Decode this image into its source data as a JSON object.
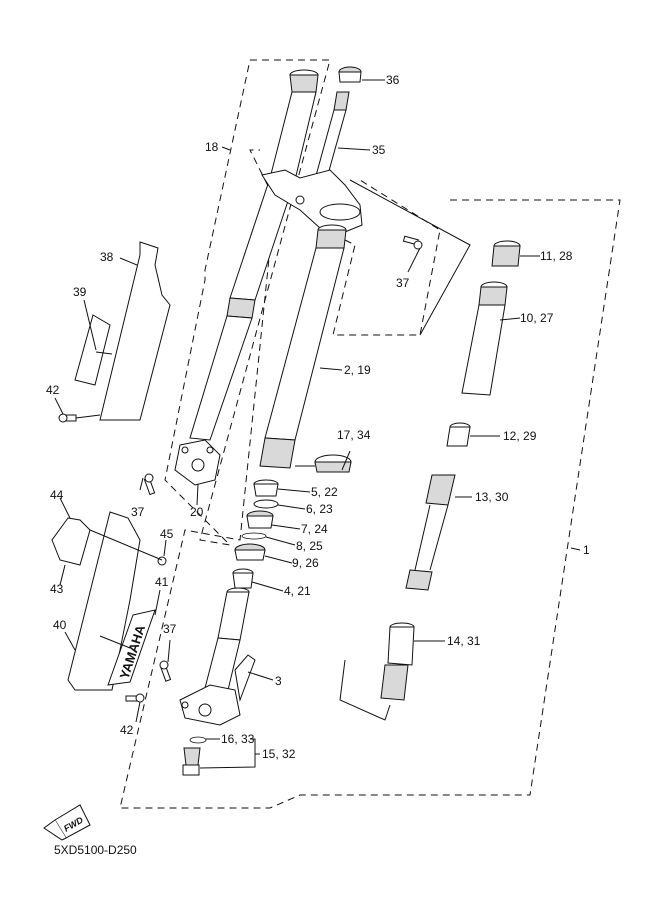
{
  "diagram": {
    "title": "Front Fork Exploded View",
    "brand_decal_text": "YAMAHA",
    "fwd_arrow_text": "FWD",
    "drawing_code": "5XD5100-D250",
    "labels": {
      "p1": "1",
      "p2_19": "2, 19",
      "p3": "3",
      "p4_21": "4, 21",
      "p5_22": "5, 22",
      "p6_23": "6, 23",
      "p7_24": "7, 24",
      "p8_25": "8, 25",
      "p9_26": "9, 26",
      "p10_27": "10, 27",
      "p11_28": "11, 28",
      "p12_29": "12, 29",
      "p13_30": "13, 30",
      "p14_31": "14, 31",
      "p15_32": "15, 32",
      "p16_33": "16, 33",
      "p17_34": "17, 34",
      "p18": "18",
      "p20": "20",
      "p35": "35",
      "p36": "36",
      "p37_a": "37",
      "p37_b": "37",
      "p37_c": "37",
      "p38": "38",
      "p39": "39",
      "p40": "40",
      "p41": "41",
      "p42_a": "42",
      "p42_b": "42",
      "p43": "43",
      "p44": "44",
      "p45": "45"
    }
  }
}
